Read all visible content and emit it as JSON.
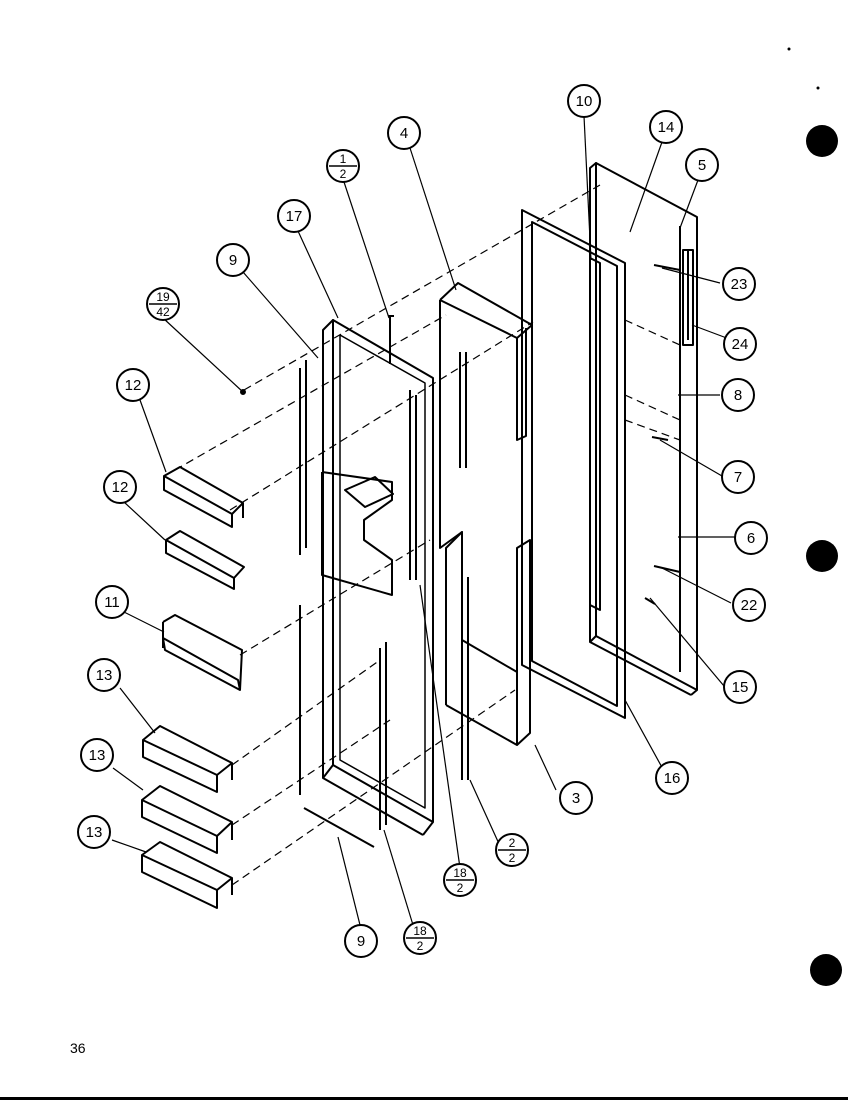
{
  "page": {
    "number": "36"
  },
  "callouts": {
    "c10": "10",
    "c14": "14",
    "c4": "4",
    "c5": "5",
    "c1_top": "1",
    "c1_bot": "2",
    "c17": "17",
    "c9a": "9",
    "c19_top": "19",
    "c19_bot": "42",
    "c23": "23",
    "c24": "24",
    "c8": "8",
    "c7": "7",
    "c6": "6",
    "c12a": "12",
    "c12b": "12",
    "c11": "11",
    "c22": "22",
    "c15": "15",
    "c13a": "13",
    "c13b": "13",
    "c13c": "13",
    "c3": "3",
    "c16": "16",
    "c2_top": "2",
    "c2_bot": "2",
    "c18a_top": "18",
    "c18a_bot": "2",
    "c9b": "9",
    "c18b_top": "18",
    "c18b_bot": "2"
  },
  "colors": {
    "ink": "#000000",
    "paper": "#ffffff"
  }
}
